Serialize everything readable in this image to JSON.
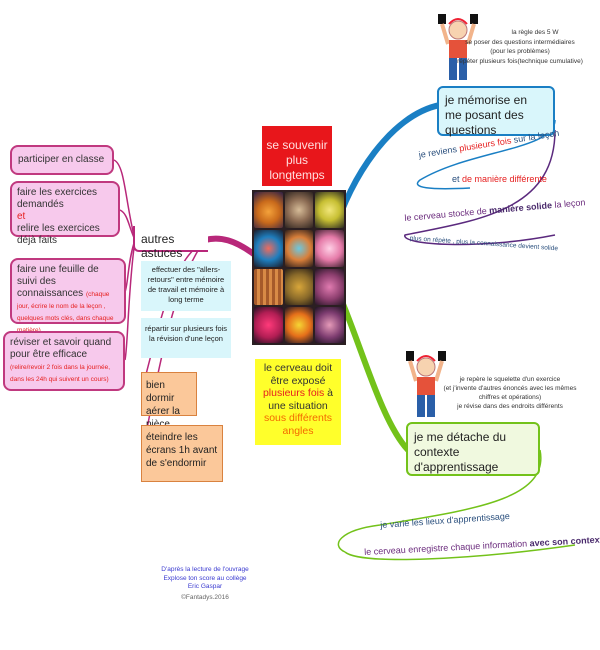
{
  "center": {
    "title_line1": "se souvenir",
    "title_line2": "plus longtemps",
    "yellow": {
      "p1": "le cerveau doit être exposé ",
      "p2": "plusieurs fois",
      "p3": " à une situation ",
      "p4": "sous différents angles"
    },
    "brain_images_label": "brain-scan-grid"
  },
  "left": {
    "topic": "autres astuces",
    "pink_boxes": [
      {
        "text": "participer en classe"
      },
      {
        "line1": "faire les exercices demandés",
        "line2": "et",
        "line3": "relire les exercices déjà faits"
      },
      {
        "main": "faire une feuille de suivi des connaissances ",
        "note": "(chaque jour, écrire le nom de la leçon , quelques mots clés, dans chaque matière)"
      },
      {
        "main": "réviser et savoir quand pour être efficace ",
        "note": "(relire/revoir 2 fois dans la journée, dans les 24h qui suivent un cours)"
      }
    ],
    "cyan_boxes": [
      {
        "text": "effectuer des \"allers-retours\" entre mémoire de travail et mémoire à long terme"
      },
      {
        "text": "répartir sur plusieurs fois la révision d'une leçon"
      }
    ],
    "peach_boxes": [
      {
        "line1": "bien dormir",
        "line2": "aérer la pièce"
      },
      {
        "line1": "éteindre les écrans 1h avant de s'endormir"
      }
    ]
  },
  "right_top": {
    "topic": "je mémorise en me posant des questions",
    "notes": [
      "la règle des 5 W",
      "se poser des questions intermédiaires",
      "(pour les problèmes)",
      "répéter plusieurs fois(technique cumulative)"
    ],
    "curve1": {
      "a": "je reviens ",
      "b": "plusieurs fois",
      "c": " sur la leçon"
    },
    "curve2": {
      "a": "et ",
      "b": "de manière différente"
    },
    "curve3": {
      "a": "le cerveau stocke de ",
      "b": "manière solide",
      "c": " la leçon"
    },
    "curve4": "plus on répète , plus la connaissance devient solide"
  },
  "right_bottom": {
    "topic": "je me détache du contexte d'apprentissage",
    "notes": [
      "je repère le squelette d'un exercice",
      "(et j'invente d'autres énoncés avec les mêmes",
      "chiffres et opérations)",
      "je révise dans des endroits différents"
    ],
    "curve1": "je varie les lieux d'apprentissage",
    "curve2": {
      "a": "le cerveau enregistre chaque information ",
      "b": "avec son contexte"
    }
  },
  "credits": {
    "l1": "D'après la lecture de l'ouvrage",
    "l2": "Explose ton score au collège",
    "l3": "Eric Gaspar",
    "l4": "©Fantadys.2016"
  },
  "colors": {
    "magenta_branch": "#b8287a",
    "blue_branch": "#1a7fc4",
    "green_branch": "#73c21a",
    "purple_branch": "#5b2a7e",
    "title_red": "#e8161b",
    "yellow_box": "#ffff2b"
  }
}
